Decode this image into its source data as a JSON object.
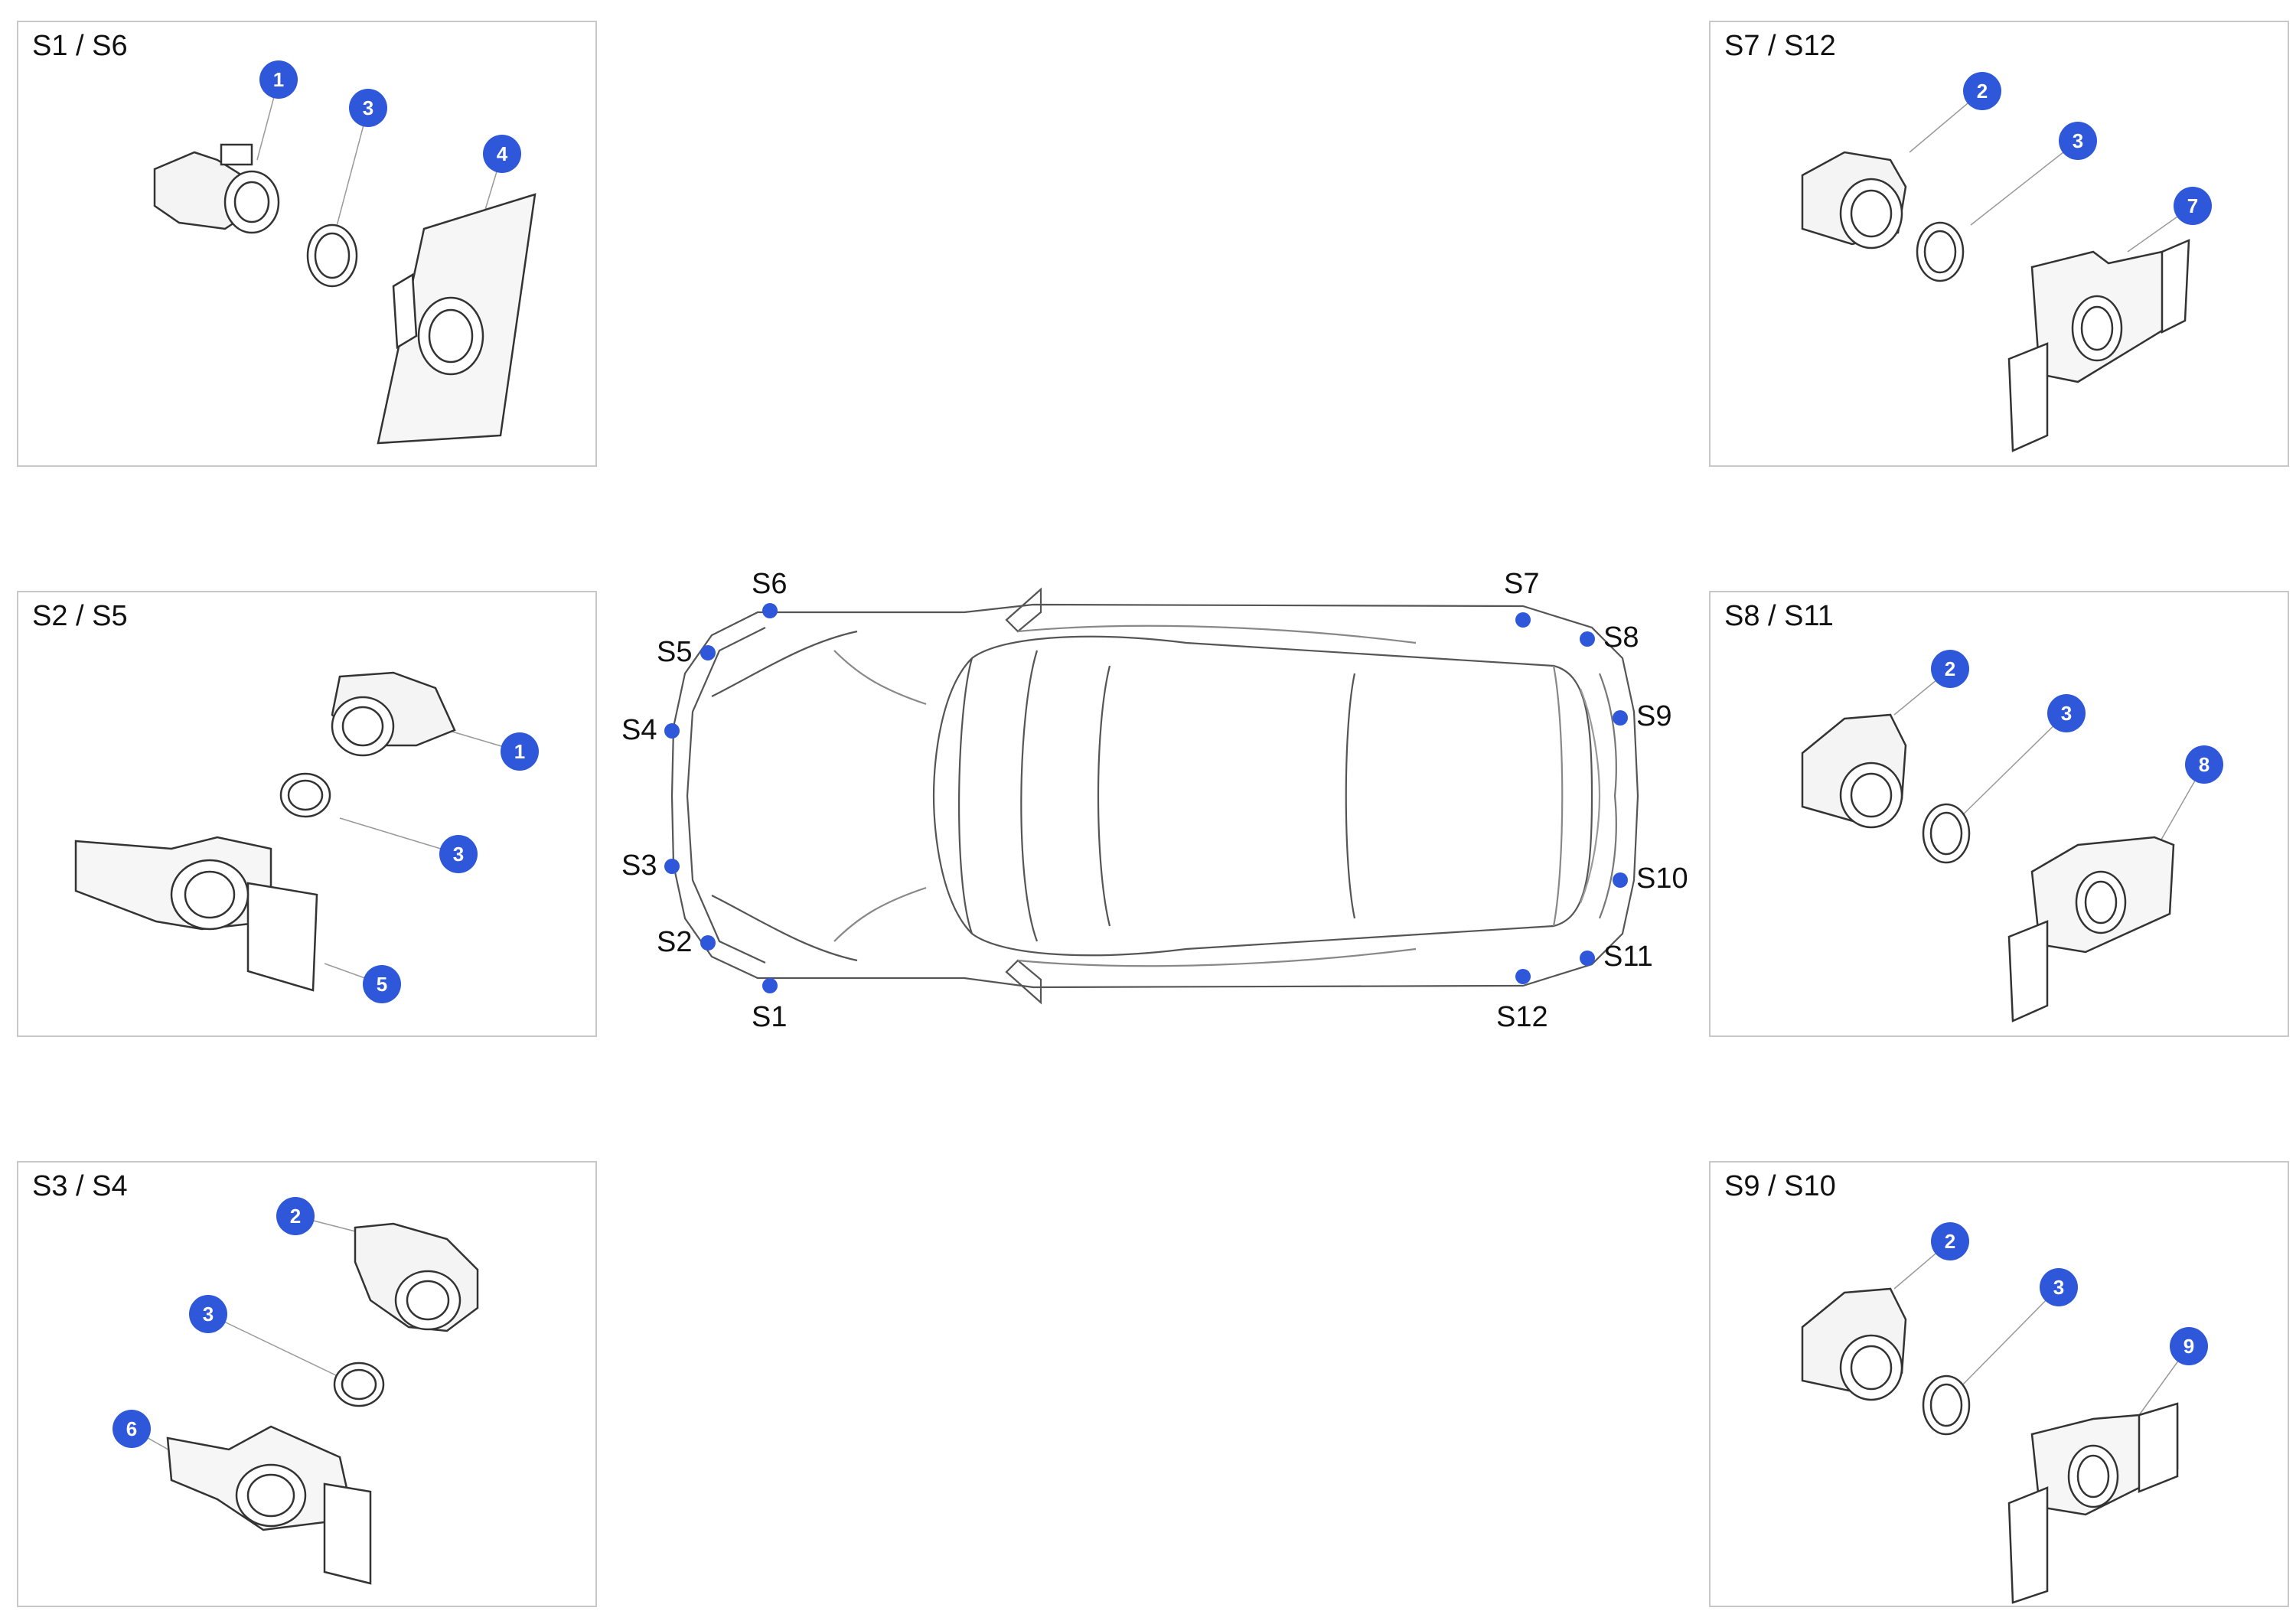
{
  "panels": [
    {
      "id": "s1-s6",
      "title": "S1 / S6",
      "callouts": [
        "1",
        "3",
        "4"
      ]
    },
    {
      "id": "s7-s12",
      "title": "S7 / S12",
      "callouts": [
        "2",
        "3",
        "7"
      ]
    },
    {
      "id": "s2-s5",
      "title": "S2 / S5",
      "callouts": [
        "1",
        "3",
        "5"
      ]
    },
    {
      "id": "s8-s11",
      "title": "S8 / S11",
      "callouts": [
        "2",
        "3",
        "8"
      ]
    },
    {
      "id": "s3-s4",
      "title": "S3 / S4",
      "callouts": [
        "2",
        "3",
        "6"
      ]
    },
    {
      "id": "s9-s10",
      "title": "S9 / S10",
      "callouts": [
        "2",
        "3",
        "9"
      ]
    }
  ],
  "sensors": [
    "S1",
    "S2",
    "S3",
    "S4",
    "S5",
    "S6",
    "S7",
    "S8",
    "S9",
    "S10",
    "S11",
    "S12"
  ],
  "colors": {
    "callout": "#2f57d9",
    "panel_border": "#c8c8c8",
    "line": "#333333"
  }
}
